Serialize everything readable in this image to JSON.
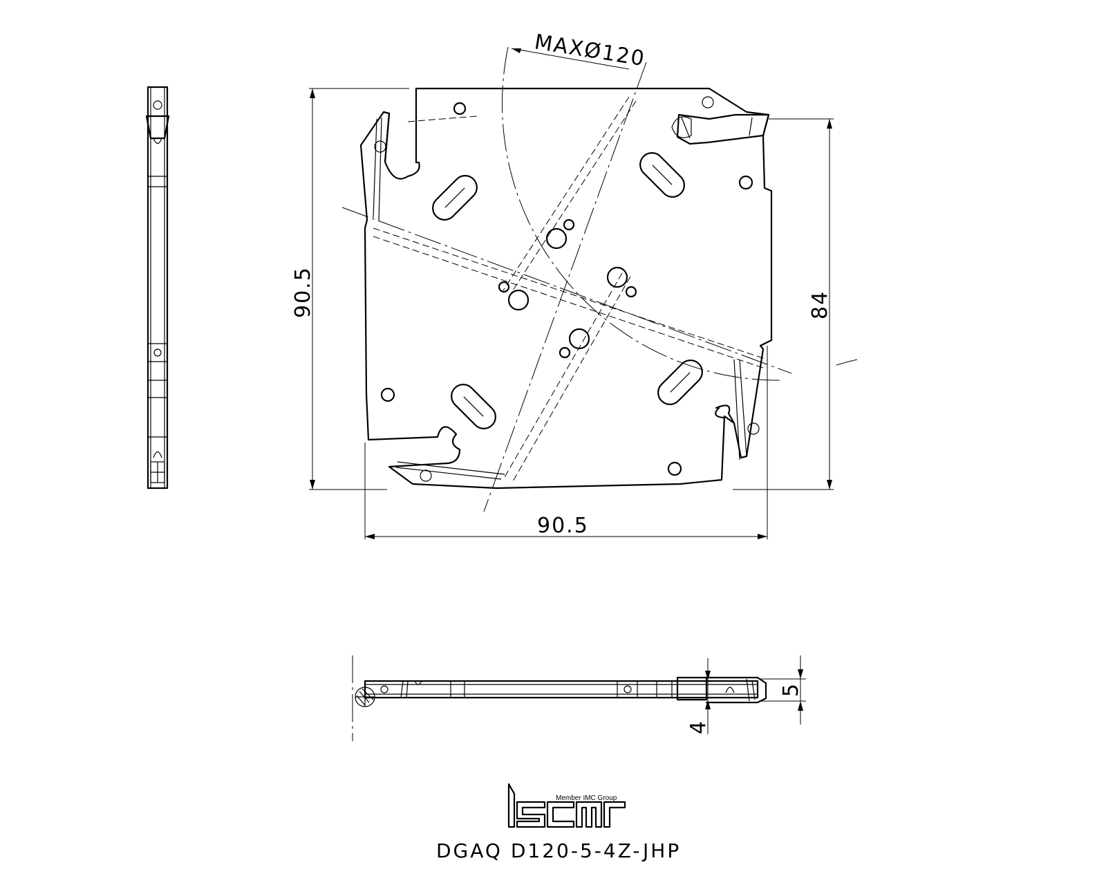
{
  "drawing": {
    "max_diameter_label": "MAXØ120",
    "width_dimension": "90.5",
    "height_dimension": "90.5",
    "right_dimension": "84",
    "thickness_dimension": "5",
    "blade_width_dimension": "4"
  },
  "branding": {
    "logo_text": "iscar",
    "tagline": "Member IMC Group",
    "product_code": "DGAQ D120-5-4Z-JHP"
  }
}
